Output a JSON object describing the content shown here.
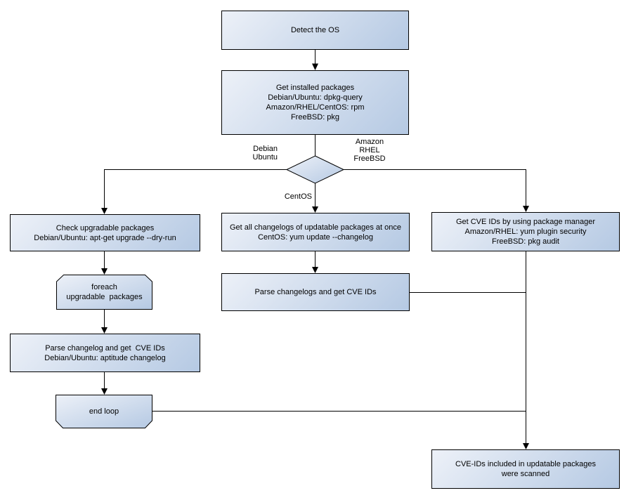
{
  "colors": {
    "node_fill_light": "#edf1f8",
    "node_fill_dark": "#b5c9e3",
    "node_border": "#000000",
    "connector": "#000000",
    "background": "#ffffff"
  },
  "nodes": {
    "detect_os": {
      "lines": [
        "Detect the OS"
      ]
    },
    "get_installed_packages": {
      "lines": [
        "Get installed packages",
        "Debian/Ubuntu: dpkg-query",
        "Amazon/RHEL/CentOS: rpm",
        "FreeBSD: pkg"
      ]
    },
    "check_upgradable_packages": {
      "lines": [
        "Check upgradable packages",
        "Debian/Ubuntu: apt-get upgrade --dry-run"
      ]
    },
    "foreach_loop": {
      "lines": [
        "foreach",
        "upgradable  packages"
      ]
    },
    "parse_changelog_debian": {
      "lines": [
        "Parse changelog and get  CVE IDs",
        "Debian/Ubuntu: aptitude changelog"
      ]
    },
    "end_loop": {
      "lines": [
        "end loop"
      ]
    },
    "get_all_changelogs": {
      "lines": [
        "Get all changelogs of updatable packages at once",
        "CentOS: yum update --changelog"
      ]
    },
    "parse_changelogs": {
      "lines": [
        "Parse changelogs and get CVE IDs"
      ]
    },
    "get_cve_ids_package_manager": {
      "lines": [
        "Get CVE IDs by using package manager",
        "Amazon/RHEL: yum plugin security",
        "FreeBSD: pkg audit"
      ]
    },
    "cve_ids_scanned": {
      "lines": [
        "CVE-IDs included in updatable packages",
        "were scanned"
      ]
    }
  },
  "edge_labels": {
    "debian_ubuntu": {
      "lines": [
        "Debian",
        "Ubuntu"
      ]
    },
    "amazon_rhel_freebsd": {
      "lines": [
        "Amazon",
        "RHEL",
        "FreeBSD"
      ]
    },
    "centos": {
      "lines": [
        "CentOS"
      ]
    }
  }
}
